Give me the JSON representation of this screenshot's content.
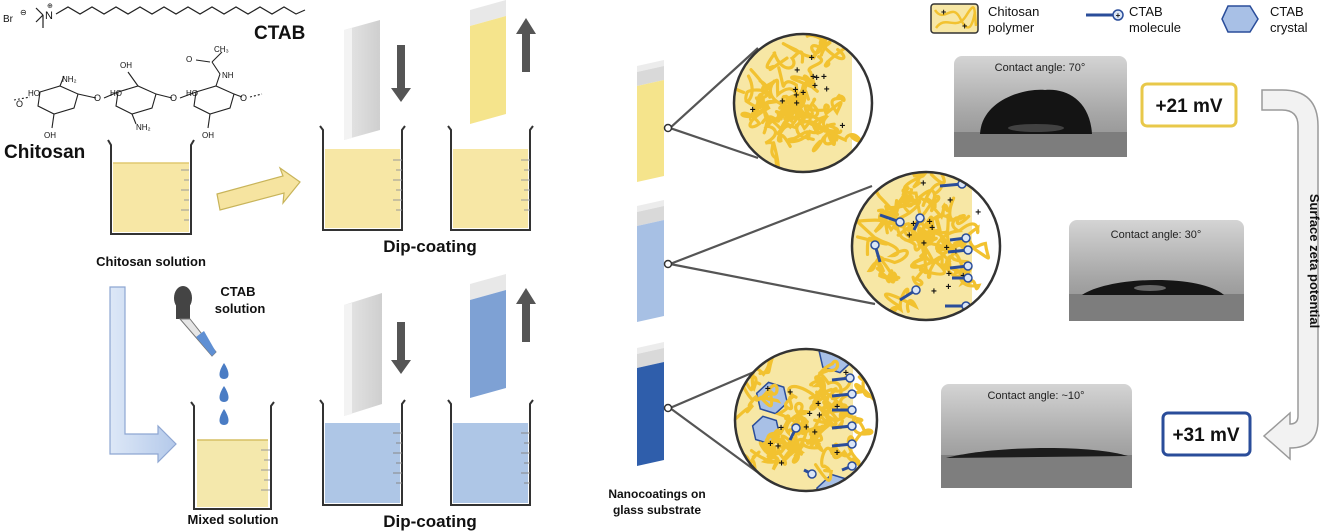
{
  "chemistry": {
    "ctab_label": "CTAB",
    "chitosan_label": "Chitosan",
    "br_label": "Br",
    "n_label": "N",
    "nh2_label": "NH₂",
    "oh_label": "OH",
    "ho_label": "HO",
    "o_label": "O",
    "nh_label": "NH",
    "ch3_label": "CH₃"
  },
  "process": {
    "chitosan_solution_label": "Chitosan solution",
    "ctab_solution_label_line1": "CTAB",
    "ctab_solution_label_line2": "solution",
    "mixed_solution_label": "Mixed solution",
    "dip_coating_top_label": "Dip-coating",
    "dip_coating_bottom_label": "Dip-coating"
  },
  "legend": {
    "chitosan_polymer_line1": "Chitosan",
    "chitosan_polymer_line2": "polymer",
    "ctab_molecule_line1": "CTAB",
    "ctab_molecule_line2": "molecule",
    "ctab_crystal_line1": "CTAB",
    "ctab_crystal_line2": "crystal"
  },
  "results": {
    "contact_angle_1": "Contact angle: 70°",
    "contact_angle_2": "Contact angle: 30°",
    "contact_angle_3": "Contact angle: ~10°",
    "zeta_1": "+21 mV",
    "zeta_3": "+31 mV",
    "zeta_arrow_label": "Surface zeta potential",
    "substrate_label_line1": "Nanocoatings on",
    "substrate_label_line2": "glass substrate"
  },
  "colors": {
    "chitosan_yellow": "#f7e7a5",
    "fiber": "#f2c230",
    "ctab_blue": "#2a4d9a",
    "mixed_blue": "#aec6e6",
    "zeta_yellow_border": "#e8c84a",
    "zeta_blue_border": "#2a4d9a"
  }
}
